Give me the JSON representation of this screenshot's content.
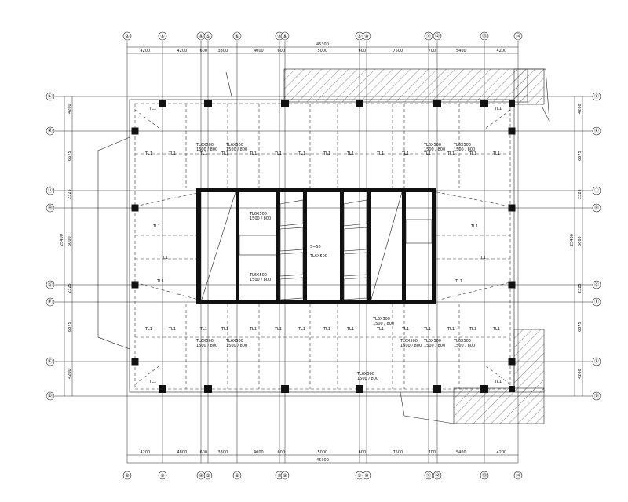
{
  "axes": {
    "top_labels": [
      "②",
      "③",
      "④",
      "⑤",
      "⑥",
      "⑦",
      "⑧",
      "⑨",
      "⑩",
      "⑪",
      "⑫",
      "⑬",
      "⑭"
    ],
    "left_labels": [
      "Ⓛ",
      "Ⓚ",
      "Ⓙ",
      "Ⓗ",
      "Ⓖ",
      "Ⓕ",
      "Ⓔ",
      "Ⓓ"
    ]
  },
  "dimensions": {
    "top_total": "45300",
    "top_spans": [
      "4200",
      "4200",
      "600",
      "3300",
      "4000",
      "600",
      "5000",
      "600",
      "7500",
      "700",
      "5400",
      "4200"
    ],
    "bottom_total": "45300",
    "bottom_spans": [
      "4200",
      "4800",
      "600",
      "3300",
      "4000",
      "600",
      "5000",
      "600",
      "7500",
      "700",
      "5400",
      "4200"
    ],
    "left_total": "25400",
    "left_spans": [
      "4200",
      "6675",
      "2325",
      "5000",
      "2325",
      "6875",
      "4200"
    ],
    "right_total": "25400",
    "right_spans": [
      "4200",
      "6675",
      "2325",
      "5000",
      "2325",
      "6875",
      "4200"
    ]
  },
  "labels": {
    "beam_tag": "TL1",
    "beam_spec": "TL6X500",
    "beam_spec_detail": "1500 / 800",
    "core_label": "5=50",
    "core_spec": "TL6X500"
  },
  "colors": {
    "line": "#222222",
    "column": "#111111",
    "hatch": "#333333"
  }
}
